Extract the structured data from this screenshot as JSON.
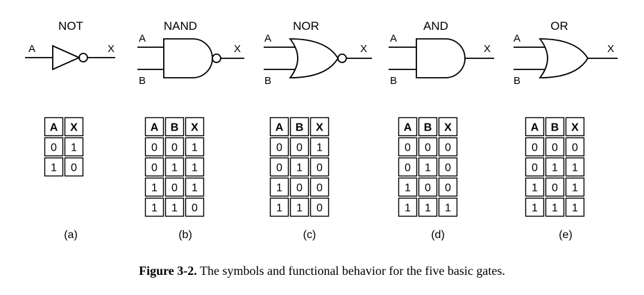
{
  "gates": [
    {
      "id": "a",
      "name": "NOT",
      "inputs": [
        "A"
      ],
      "output": "X",
      "label": "(a)",
      "headers": [
        "A",
        "X"
      ],
      "rows": [
        [
          "0",
          "1"
        ],
        [
          "1",
          "0"
        ]
      ]
    },
    {
      "id": "b",
      "name": "NAND",
      "inputs": [
        "A",
        "B"
      ],
      "output": "X",
      "label": "(b)",
      "headers": [
        "A",
        "B",
        "X"
      ],
      "rows": [
        [
          "0",
          "0",
          "1"
        ],
        [
          "0",
          "1",
          "1"
        ],
        [
          "1",
          "0",
          "1"
        ],
        [
          "1",
          "1",
          "0"
        ]
      ]
    },
    {
      "id": "c",
      "name": "NOR",
      "inputs": [
        "A",
        "B"
      ],
      "output": "X",
      "label": "(c)",
      "headers": [
        "A",
        "B",
        "X"
      ],
      "rows": [
        [
          "0",
          "0",
          "1"
        ],
        [
          "0",
          "1",
          "0"
        ],
        [
          "1",
          "0",
          "0"
        ],
        [
          "1",
          "1",
          "0"
        ]
      ]
    },
    {
      "id": "d",
      "name": "AND",
      "inputs": [
        "A",
        "B"
      ],
      "output": "X",
      "label": "(d)",
      "headers": [
        "A",
        "B",
        "X"
      ],
      "rows": [
        [
          "0",
          "0",
          "0"
        ],
        [
          "0",
          "1",
          "0"
        ],
        [
          "1",
          "0",
          "0"
        ],
        [
          "1",
          "1",
          "1"
        ]
      ]
    },
    {
      "id": "e",
      "name": "OR",
      "inputs": [
        "A",
        "B"
      ],
      "output": "X",
      "label": "(e)",
      "headers": [
        "A",
        "B",
        "X"
      ],
      "rows": [
        [
          "0",
          "0",
          "0"
        ],
        [
          "0",
          "1",
          "1"
        ],
        [
          "1",
          "0",
          "1"
        ],
        [
          "1",
          "1",
          "1"
        ]
      ]
    }
  ],
  "caption": {
    "prefix": "Figure 3-2.",
    "text": " The symbols and functional behavior for the five basic gates."
  }
}
